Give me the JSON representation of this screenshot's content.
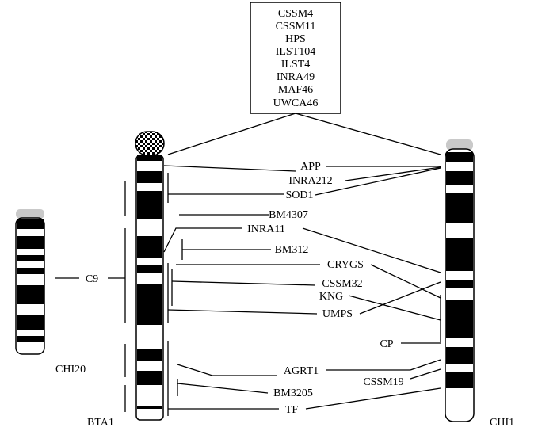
{
  "box_markers": [
    "CSSM4",
    "CSSM11",
    "HPS",
    "ILST104",
    "ILST4",
    "INRA49",
    "MAF46",
    "UWCA46"
  ],
  "markers": {
    "app": "APP",
    "inra212": "INRA212",
    "sod1": "SOD1",
    "bm4307": "BM4307",
    "inra11": "INRA11",
    "bm312": "BM312",
    "crygs": "CRYGS",
    "cssm32": "CSSM32",
    "kng": "KNG",
    "umps": "UMPS",
    "cp": "CP",
    "agrt1": "AGRT1",
    "cssm19": "CSSM19",
    "bm3205": "BM3205",
    "tf": "TF",
    "c9": "C9"
  },
  "chromosomes": {
    "chi20": "CHI20",
    "bta1": "BTA1",
    "chi1": "CHI1"
  },
  "colors": {
    "ink": "#000000",
    "telomere": "#c9c9c9"
  }
}
